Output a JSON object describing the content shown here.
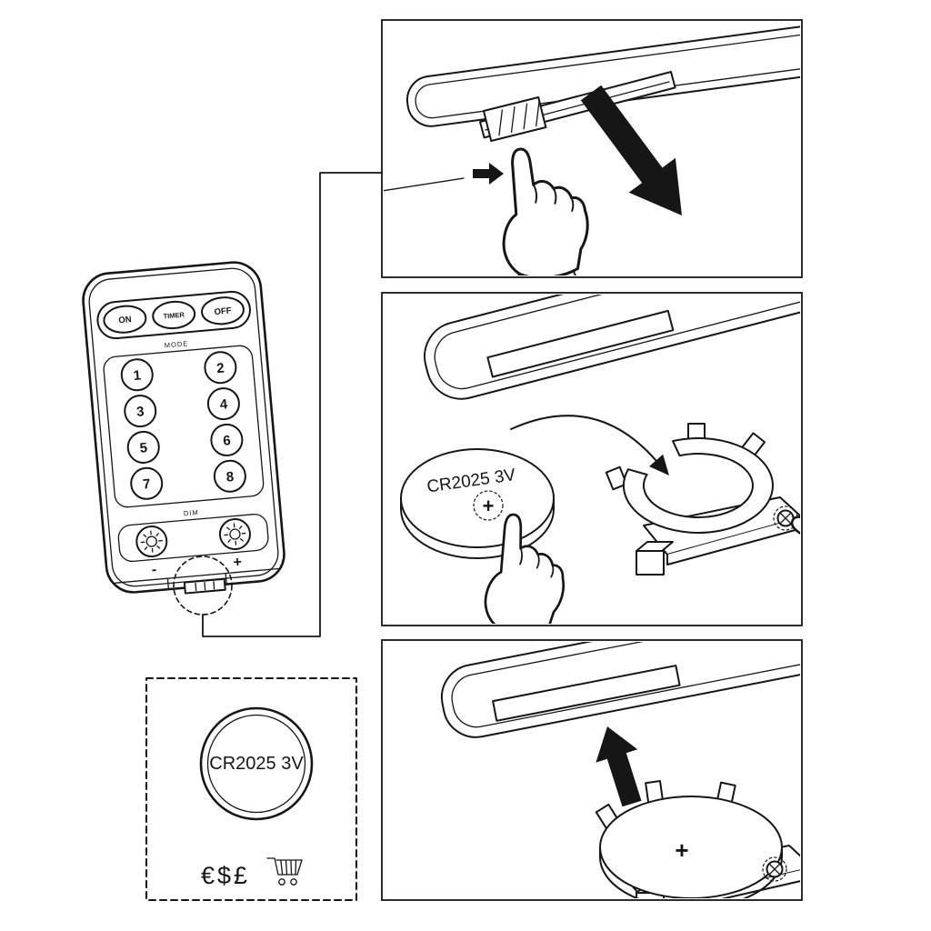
{
  "colors": {
    "ink": "#161616",
    "background": "#ffffff"
  },
  "remote": {
    "power_buttons": [
      {
        "label": "ON"
      },
      {
        "label": "TIMER"
      },
      {
        "label": "OFF"
      }
    ],
    "mode_section_label": "MODE",
    "number_buttons": [
      "1",
      "2",
      "3",
      "4",
      "5",
      "6",
      "7",
      "8"
    ],
    "dim_section_label": "DIM",
    "brightness_minus_label": "-",
    "brightness_plus_label": "+"
  },
  "battery_info_box": {
    "battery_label": "CR2025 3V",
    "currency_label": "€$£"
  },
  "steps": {
    "step2": {
      "battery_label": "CR2025 3V",
      "polarity_label": "+"
    },
    "step3": {
      "polarity_label": "+"
    }
  }
}
